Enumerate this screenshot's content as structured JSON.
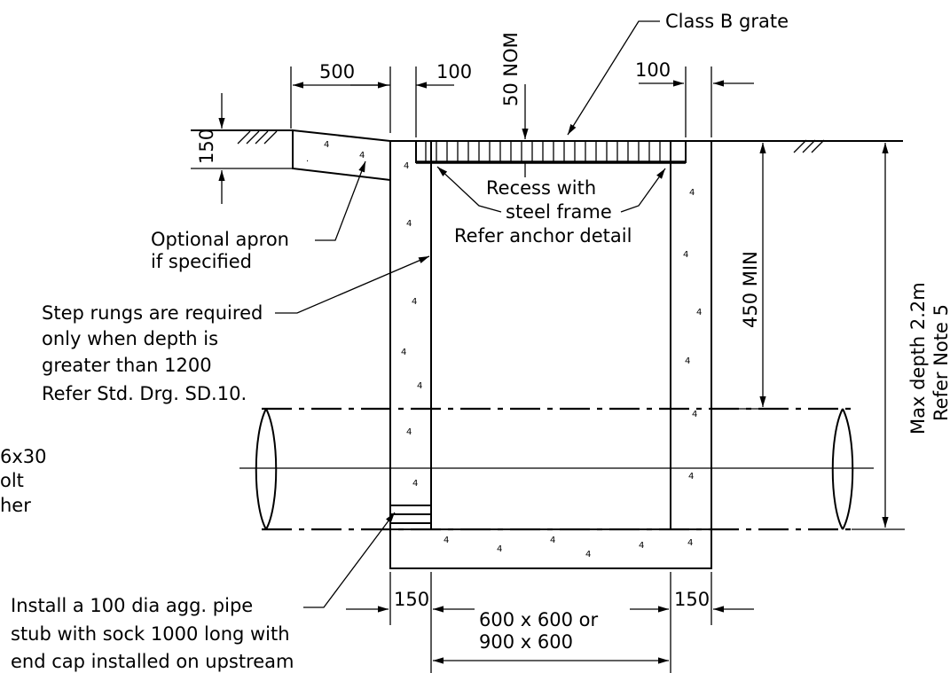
{
  "labels": {
    "grate": "Class B grate",
    "nom_50": "50 NOM",
    "apron_line1": "Optional apron",
    "apron_line2": "if specified",
    "recess_line1": "Recess with",
    "recess_line2": "steel frame",
    "recess_line3": "Refer anchor detail",
    "rungs_line1": "Step rungs are required",
    "rungs_line2": "only when depth is",
    "rungs_line3": "greater than 1200",
    "rungs_line4": "Refer Std. Drg. SD.10.",
    "bolt_line1": "6x30",
    "bolt_line2": "olt",
    "bolt_line3": "her",
    "agg_line1": "Install a 100 dia agg. pipe",
    "agg_line2": "stub with sock 1000 long with",
    "agg_line3": "end cap installed on upstream",
    "size_line1": "600 x 600 or",
    "size_line2": "900 x 600",
    "depth_line1": "Max depth 2.2m",
    "depth_line2": "Refer Note 5",
    "min_450": "450 MIN"
  },
  "dimensions": {
    "d500": "500",
    "d100_left": "100",
    "d100_right": "100",
    "d150_top": "150",
    "d150_left": "150",
    "d150_right": "150"
  }
}
